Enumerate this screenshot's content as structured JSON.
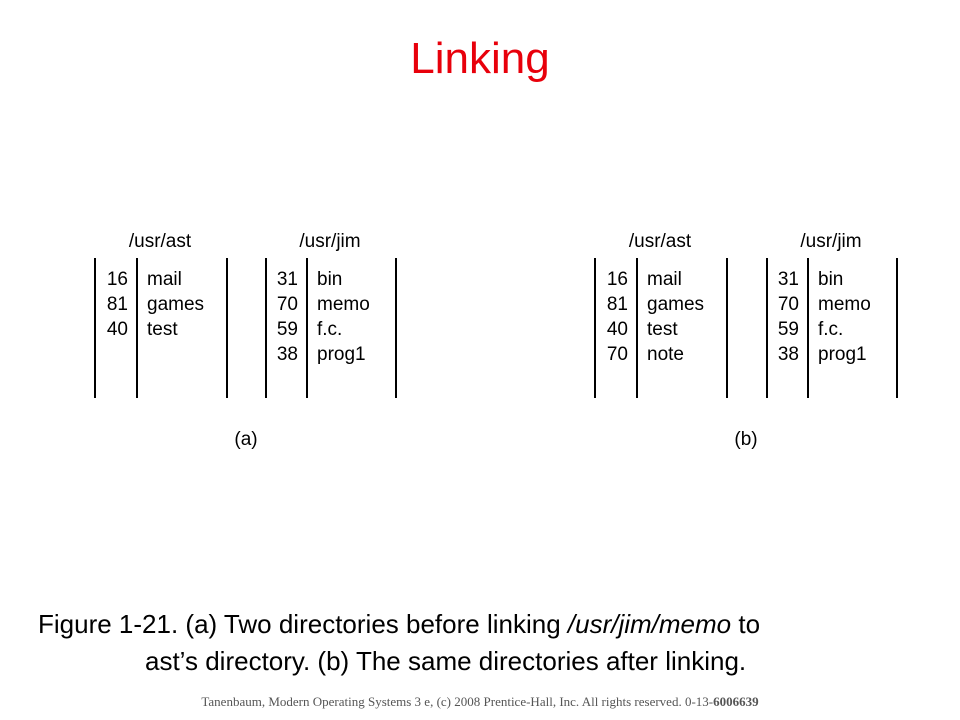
{
  "title": "Linking",
  "figures": [
    {
      "label": "(a)",
      "directories": [
        {
          "name": "/usr/ast",
          "entries": [
            {
              "inode": "16",
              "file": "mail"
            },
            {
              "inode": "81",
              "file": "games"
            },
            {
              "inode": "40",
              "file": "test"
            }
          ]
        },
        {
          "name": "/usr/jim",
          "entries": [
            {
              "inode": "31",
              "file": "bin"
            },
            {
              "inode": "70",
              "file": "memo"
            },
            {
              "inode": "59",
              "file": "f.c."
            },
            {
              "inode": "38",
              "file": "prog1"
            }
          ]
        }
      ]
    },
    {
      "label": "(b)",
      "directories": [
        {
          "name": "/usr/ast",
          "entries": [
            {
              "inode": "16",
              "file": "mail"
            },
            {
              "inode": "81",
              "file": "games"
            },
            {
              "inode": "40",
              "file": "test"
            },
            {
              "inode": "70",
              "file": "note"
            }
          ]
        },
        {
          "name": "/usr/jim",
          "entries": [
            {
              "inode": "31",
              "file": "bin"
            },
            {
              "inode": "70",
              "file": "memo"
            },
            {
              "inode": "59",
              "file": "f.c."
            },
            {
              "inode": "38",
              "file": "prog1"
            }
          ]
        }
      ]
    }
  ],
  "caption": {
    "part1": "Figure 1-21. (a) Two directories before linking ",
    "path": "/usr/jim/memo",
    "part2": " to",
    "line2": "ast’s directory. (b) The same directories after linking."
  },
  "footer": {
    "text": "Tanenbaum, Modern Operating Systems 3 e, (c) 2008 Prentice-Hall, Inc. All rights reserved. 0-13-",
    "isbn_bold": "6006639"
  }
}
